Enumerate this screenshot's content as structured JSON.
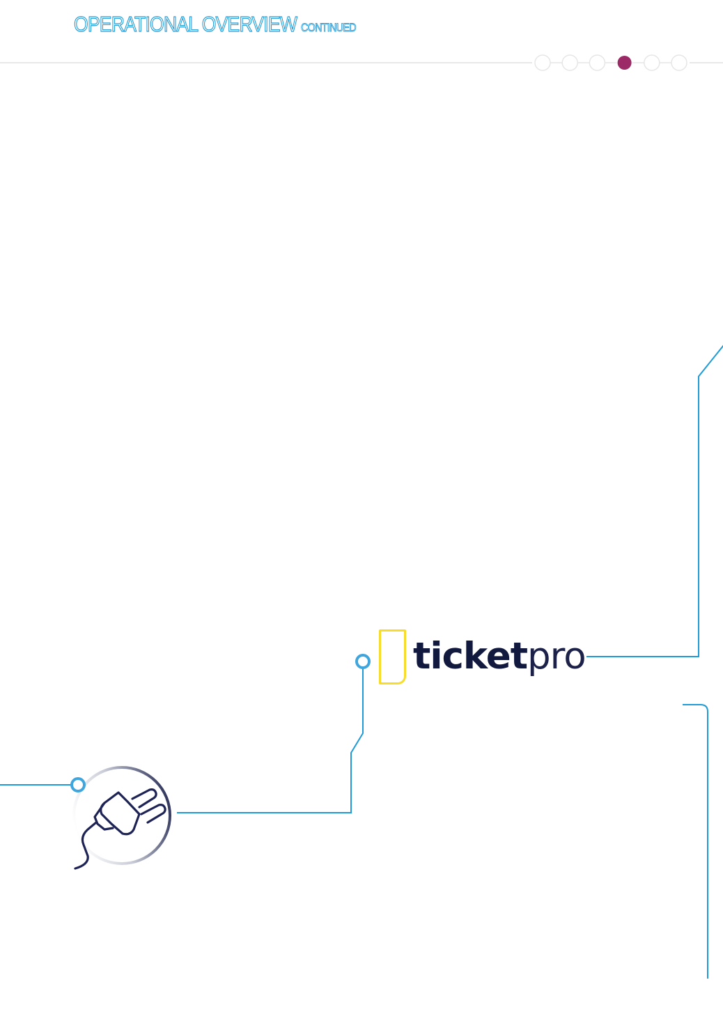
{
  "header": {
    "title": "OPERATIONAL OVERVIEW",
    "subtitle": "CONTINUED"
  },
  "progress": {
    "total_steps": 6,
    "current_step": 4
  },
  "logo": {
    "part1": "ticket",
    "part2": "pro"
  },
  "colors": {
    "accent_line": "#1f9bd7",
    "active_dot": "#9c2a67",
    "inactive_dot_border": "#e6e6e6",
    "logo_mark": "#f7dc2a",
    "logo_text": "#12193f",
    "plug_icon": "#1e2355"
  },
  "icons": {
    "plug": "plug-icon"
  }
}
